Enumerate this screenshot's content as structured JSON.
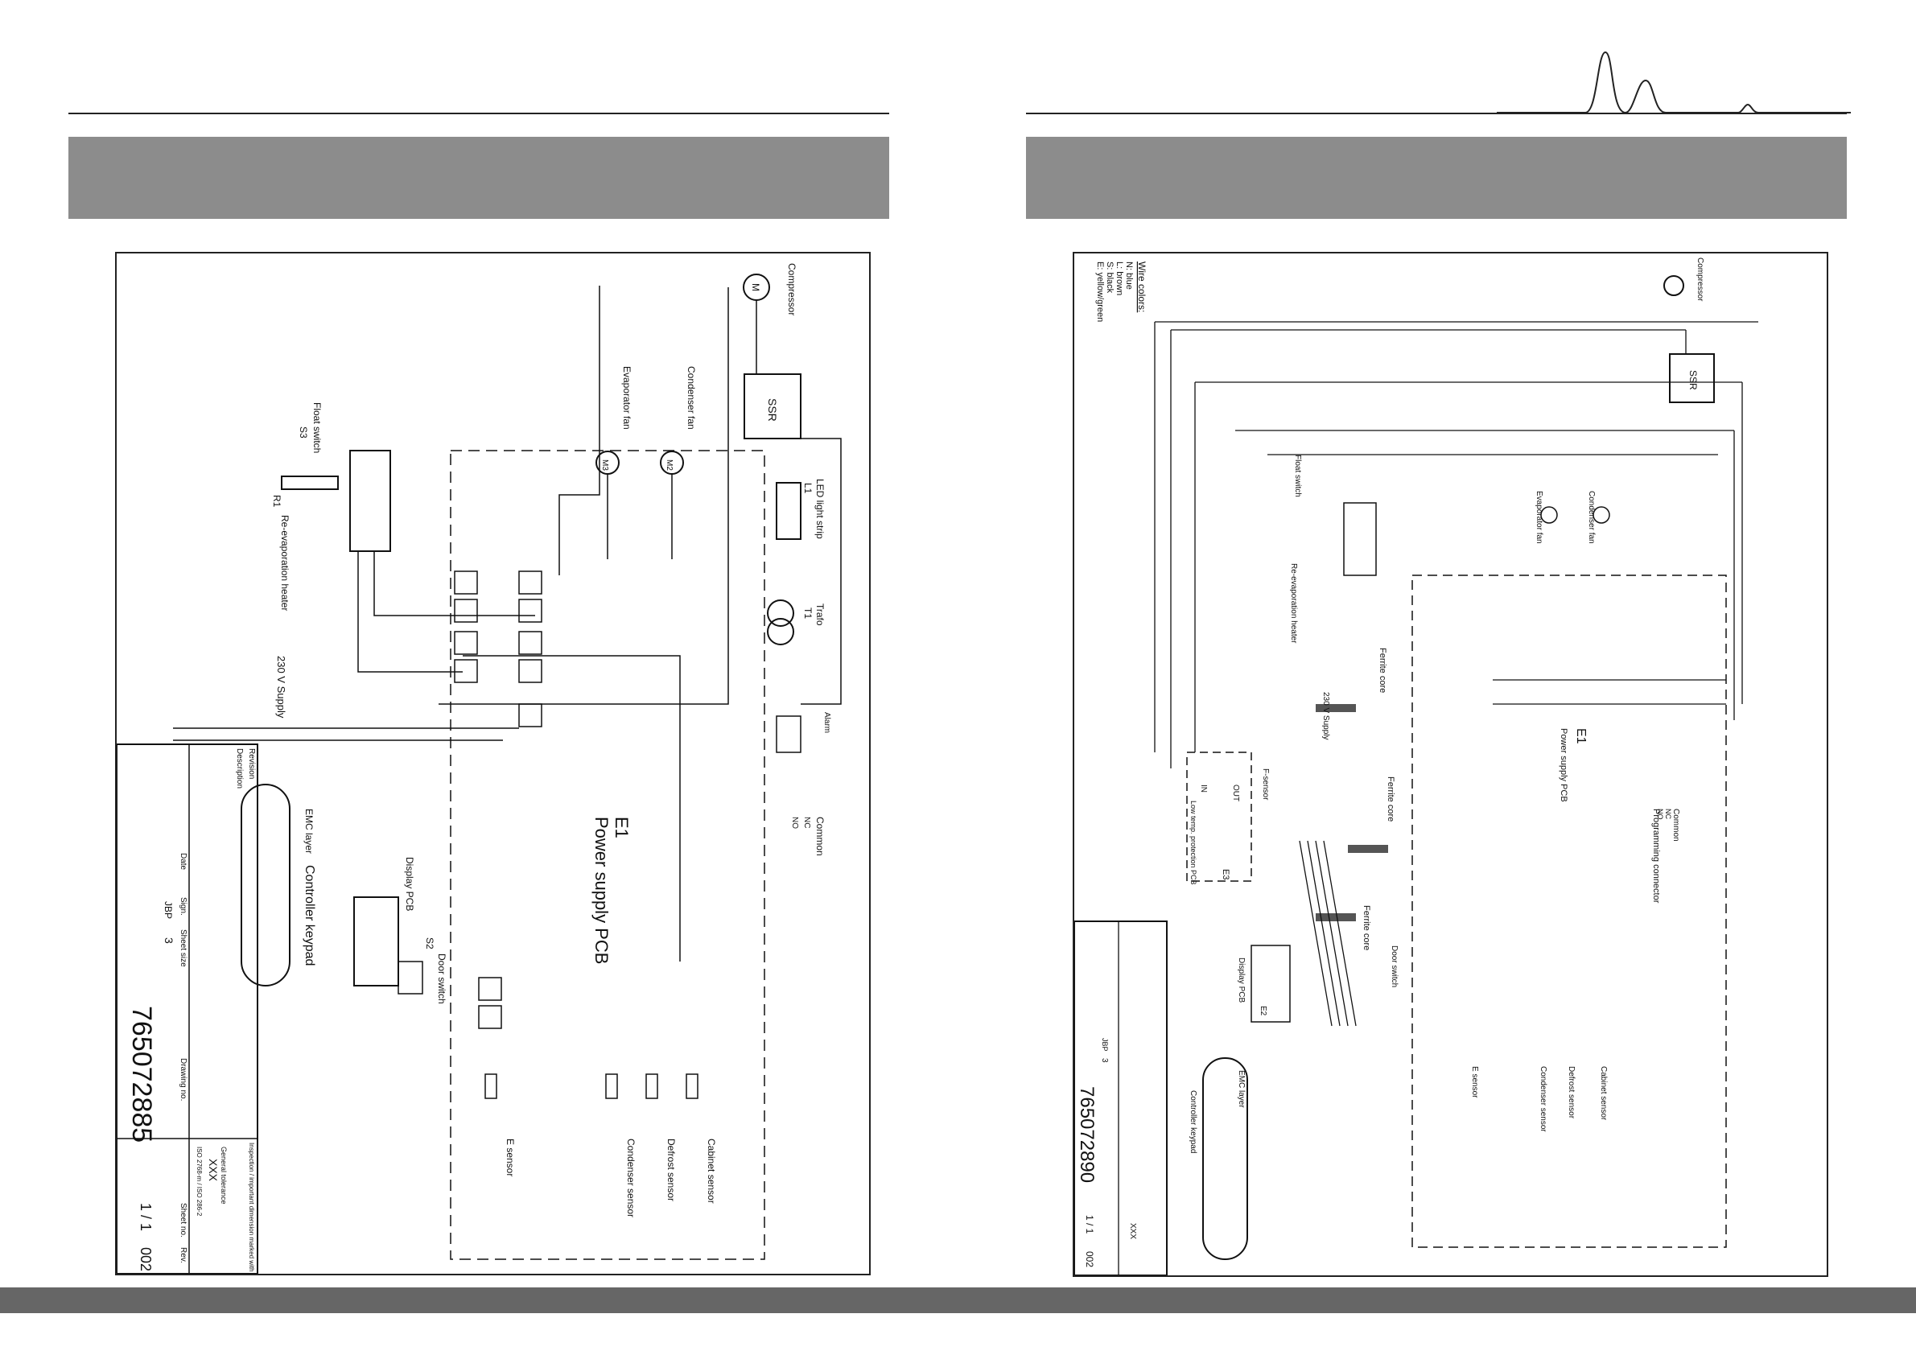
{
  "left_diagram": {
    "component_labels": {
      "compressor": "Compressor",
      "ssr": "SSR",
      "condenser_fan": "Condenser fan",
      "evaporator_fan": "Evaporator fan",
      "led_strip": "LED light strip",
      "led_ref": "L1",
      "float_switch": "Float switch",
      "float_ref": "S3",
      "heater_ref": "R1",
      "heater": "Re-evaporation heater",
      "trafo": "Trafo",
      "trafo_ref": "T1",
      "supply": "230 V Supply",
      "e1": "E1",
      "power_pcb": "Power supply PCB",
      "display_pcb": "Display PCB",
      "emc_layer": "EMC layer",
      "keypad": "Controller keypad",
      "door_switch": "Door switch",
      "door_ref": "S2",
      "common": "Common",
      "alarm": "Alarm",
      "nc": "NC",
      "no": "NO",
      "e_sensor": "E sensor",
      "condenser_sensor": "Condenser sensor",
      "defrost_sensor": "Defrost sensor",
      "cabinet_sensor": "Cabinet sensor",
      "m1": "M",
      "m2": "M2",
      "m3": "M3"
    },
    "title_block": {
      "revision": "Revision",
      "description": "Description",
      "date": "Date",
      "sign": "Sign.",
      "sheet_size": "Sheet size",
      "sign_value": "JBP",
      "sheet_size_value": "3",
      "drawing_no_label": "Drawing no.",
      "drawing_no": "765072885",
      "sheet_no_label": "Sheet no.",
      "sheet_no": "1 / 1",
      "rev_label": "Rev.",
      "rev": "002",
      "tolerance": "General tolerance",
      "tolerance_value": "XXX",
      "standard": "ISO 2768-m / ISO 286-2",
      "inspection": "Inspection / important dimension marked with"
    }
  },
  "right_diagram": {
    "wire_colors_title": "Wire colors:",
    "wire_colors": [
      "N: blue",
      "L: brown",
      "S: black",
      "E: yellow/green"
    ],
    "component_labels": {
      "compressor": "Compressor",
      "ssr": "SSR",
      "condenser_fan": "Condenser fan",
      "evaporator_fan": "Evaporator fan",
      "float_switch": "Float switch",
      "heater": "Re-evaporation heater",
      "ferrite_core": "Ferrite core",
      "supply": "230 V Supply",
      "f_sensor": "F-sensor",
      "low_temp": "Low temp. protection PCB",
      "e3": "E3",
      "e2": "E2",
      "e1": "E1",
      "power_pcb": "Power supply PCB",
      "programming": "Programming connector",
      "display_pcb": "Display PCB",
      "emc_layer": "EMC layer",
      "keypad": "Controller keypad",
      "door_switch": "Door switch",
      "common": "Common",
      "nc": "NC",
      "no": "NO",
      "in": "IN",
      "out": "OUT",
      "e_sensor": "E sensor",
      "condenser_sensor": "Condenser sensor",
      "defrost_sensor": "Defrost sensor",
      "cabinet_sensor": "Cabinet sensor"
    },
    "title_block": {
      "drawing_no": "765072890",
      "sheet_no": "1 / 1",
      "rev": "002",
      "sign_value": "JBP",
      "sheet_size_value": "3",
      "tolerance_value": "XXX"
    }
  }
}
